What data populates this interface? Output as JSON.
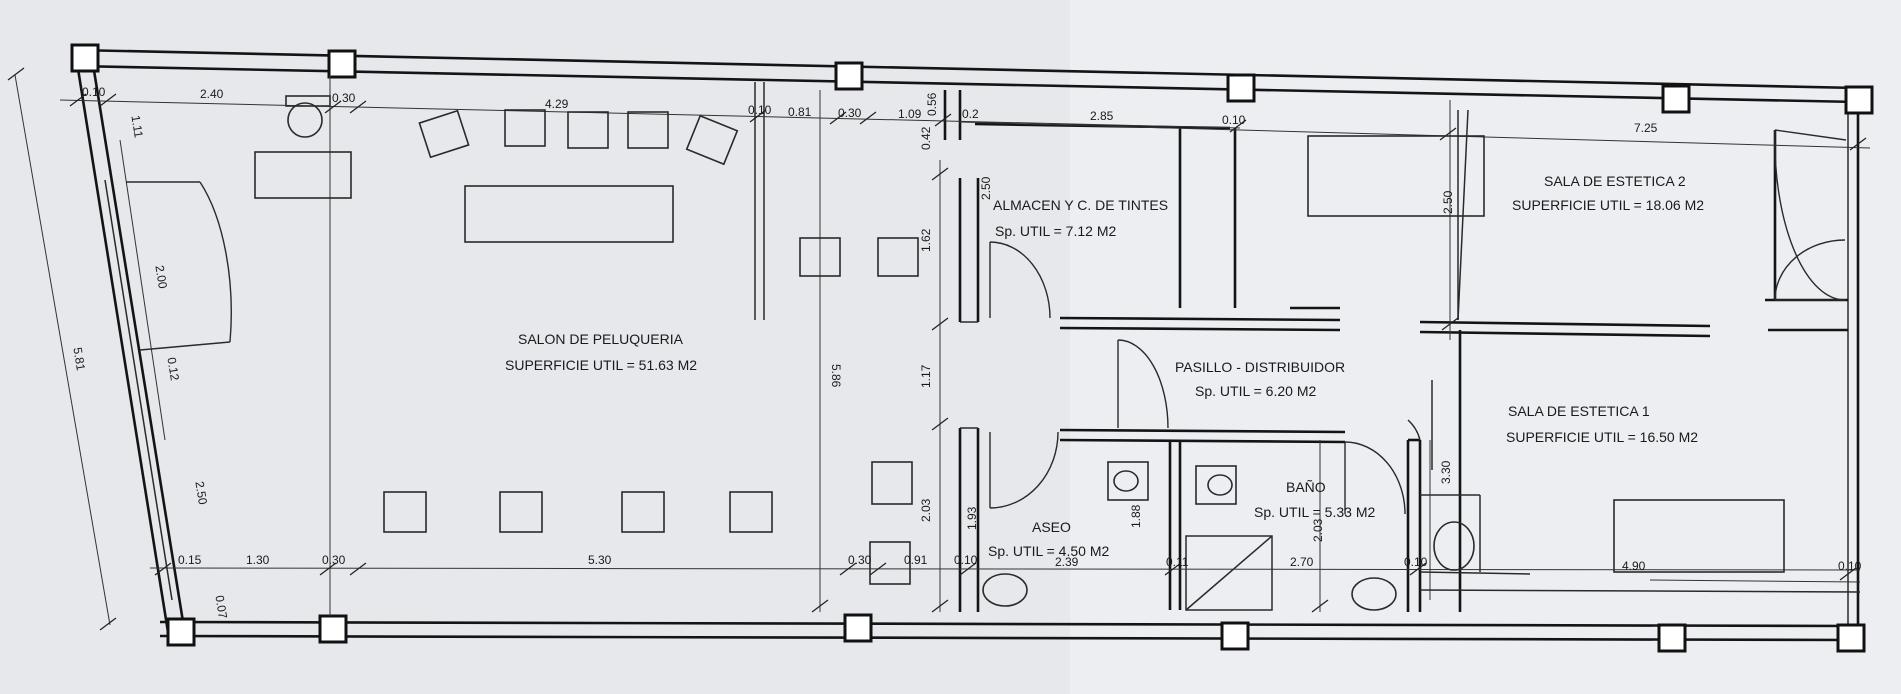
{
  "rooms": {
    "salon": {
      "name": "SALON DE PELUQUERIA",
      "area": "SUPERFICIE UTIL = 51.63 M2"
    },
    "almacen": {
      "name": "ALMACEN Y C. DE TINTES",
      "area": "Sp. UTIL = 7.12 M2"
    },
    "pasillo": {
      "name": "PASILLO - DISTRIBUIDOR",
      "area": "Sp. UTIL = 6.20 M2"
    },
    "aseo": {
      "name": "ASEO",
      "area": "Sp. UTIL = 4.50 M2"
    },
    "bano": {
      "name": "BAÑO",
      "area": "Sp. UTIL = 5.33 M2"
    },
    "sala1": {
      "name": "SALA DE ESTETICA 1",
      "area": "SUPERFICIE UTIL = 16.50 M2"
    },
    "sala2": {
      "name": "SALA DE ESTETICA 2",
      "area": "SUPERFICIE UTIL = 18.06 M2"
    }
  },
  "dimensions": {
    "top": [
      "0.10",
      "2.40",
      "0.30",
      "4.29",
      "0.10",
      "0.81",
      "0.30",
      "1.09",
      "0.56",
      "0.2",
      "2.85",
      "0.10",
      "7.25"
    ],
    "bottom": [
      "0.15",
      "1.30",
      "0.30",
      "5.30",
      "0.30",
      "0.91",
      "0.10",
      "2.39",
      "0.11",
      "2.70",
      "0.10",
      "4.90",
      "0.10"
    ],
    "left": [
      "1.11",
      "2.00",
      "0.12",
      "2.50",
      "0.07"
    ],
    "overall_left": "5.81",
    "inner": [
      "5.86",
      "0.42",
      "1.62",
      "1.17",
      "2.03",
      "2.50",
      "1.93",
      "1.88",
      "2.03",
      "2.50",
      "3.30"
    ]
  }
}
